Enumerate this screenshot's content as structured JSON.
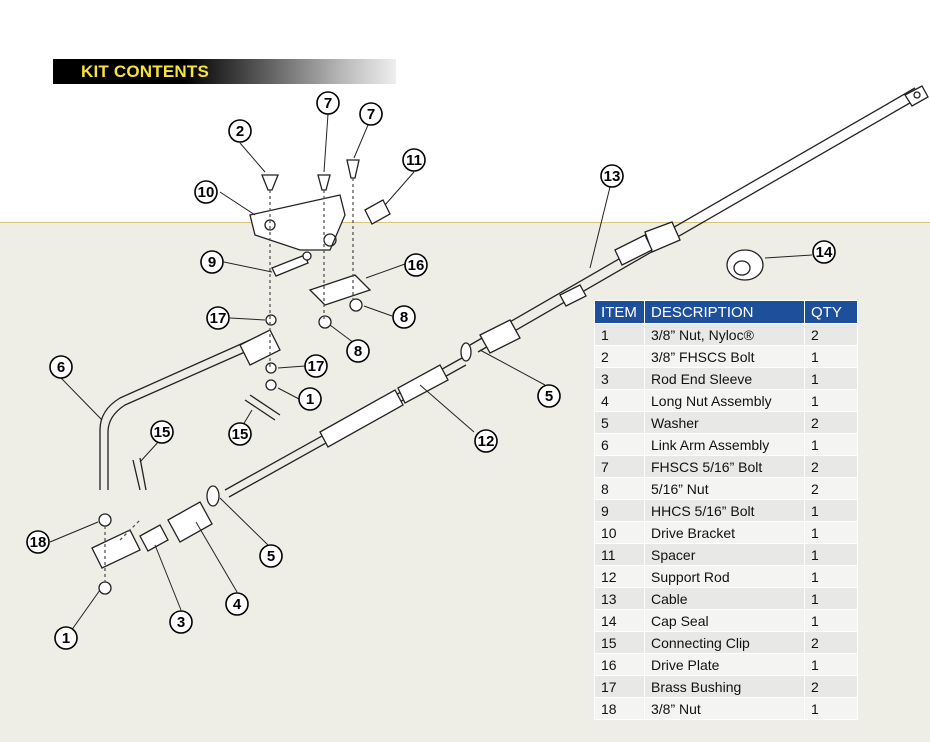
{
  "header": {
    "title": "KIT CONTENTS"
  },
  "table": {
    "headers": {
      "item": "ITEM",
      "description": "DESCRIPTION",
      "qty": "QTY"
    },
    "rows": [
      {
        "item": "1",
        "description": "3/8” Nut, Nyloc®",
        "qty": "2"
      },
      {
        "item": "2",
        "description": "3/8” FHSCS Bolt",
        "qty": "1"
      },
      {
        "item": "3",
        "description": "Rod End Sleeve",
        "qty": "1"
      },
      {
        "item": "4",
        "description": "Long Nut Assembly",
        "qty": "1"
      },
      {
        "item": "5",
        "description": "Washer",
        "qty": "2"
      },
      {
        "item": "6",
        "description": "Link Arm Assembly",
        "qty": "1"
      },
      {
        "item": "7",
        "description": "FHSCS 5/16” Bolt",
        "qty": "2"
      },
      {
        "item": "8",
        "description": "5/16” Nut",
        "qty": "2"
      },
      {
        "item": "9",
        "description": "HHCS 5/16” Bolt",
        "qty": "1"
      },
      {
        "item": "10",
        "description": "Drive Bracket",
        "qty": "1"
      },
      {
        "item": "11",
        "description": "Spacer",
        "qty": "1"
      },
      {
        "item": "12",
        "description": "Support Rod",
        "qty": "1"
      },
      {
        "item": "13",
        "description": "Cable",
        "qty": "1"
      },
      {
        "item": "14",
        "description": "Cap Seal",
        "qty": "1"
      },
      {
        "item": "15",
        "description": "Connecting Clip",
        "qty": "2"
      },
      {
        "item": "16",
        "description": "Drive Plate",
        "qty": "1"
      },
      {
        "item": "17",
        "description": "Brass Bushing",
        "qty": "2"
      },
      {
        "item": "18",
        "description": "3/8” Nut",
        "qty": "1"
      }
    ]
  },
  "diagram": {
    "callouts": [
      "1",
      "2",
      "3",
      "4",
      "5",
      "6",
      "7",
      "7",
      "8",
      "8",
      "9",
      "10",
      "11",
      "12",
      "13",
      "14",
      "15",
      "15",
      "16",
      "17",
      "17",
      "18",
      "1",
      "5"
    ]
  }
}
